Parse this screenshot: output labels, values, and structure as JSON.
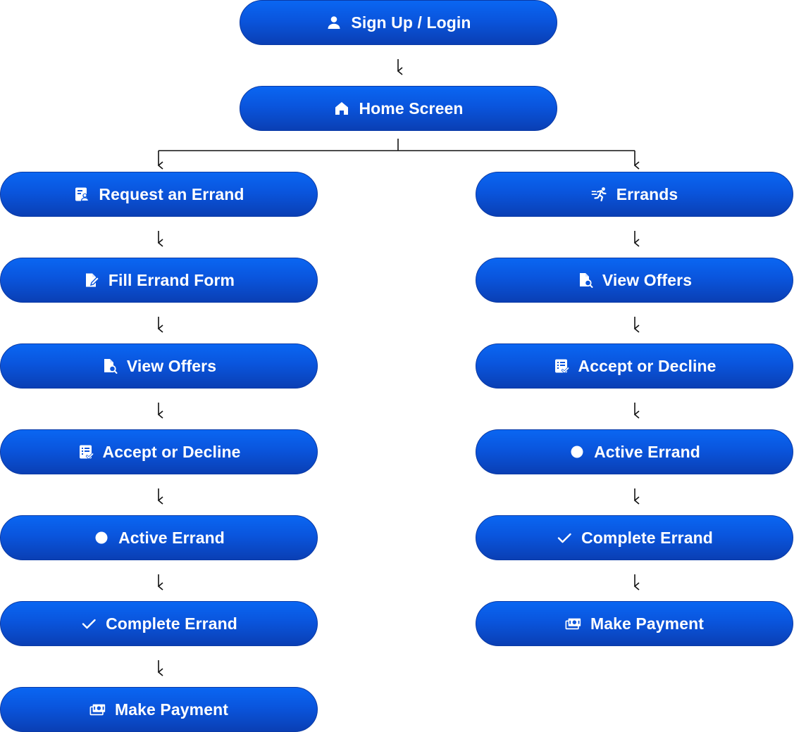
{
  "top": [
    {
      "label": "Sign Up / Login",
      "icon": "user-icon"
    },
    {
      "label": "Home Screen",
      "icon": "home-icon"
    }
  ],
  "left_branch": [
    {
      "label": "Request an Errand",
      "icon": "request-form-icon"
    },
    {
      "label": "Fill Errand Form",
      "icon": "edit-document-icon"
    },
    {
      "label": "View Offers",
      "icon": "document-search-icon"
    },
    {
      "label": "Accept or Decline",
      "icon": "checklist-icon"
    },
    {
      "label": "Active Errand",
      "icon": "dot-icon"
    },
    {
      "label": "Complete Errand",
      "icon": "check-icon"
    },
    {
      "label": "Make Payment",
      "icon": "cash-icon"
    }
  ],
  "right_branch": [
    {
      "label": "Errands",
      "icon": "running-person-icon"
    },
    {
      "label": "View Offers",
      "icon": "document-search-icon"
    },
    {
      "label": "Accept or Decline",
      "icon": "checklist-icon"
    },
    {
      "label": "Active Errand",
      "icon": "dot-icon"
    },
    {
      "label": "Complete Errand",
      "icon": "check-icon"
    },
    {
      "label": "Make Payment",
      "icon": "cash-icon"
    }
  ],
  "colors": {
    "node_top": "#0a66f2",
    "node_bottom": "#0a3fb4",
    "node_text": "#ffffff",
    "connector": "#111111"
  }
}
